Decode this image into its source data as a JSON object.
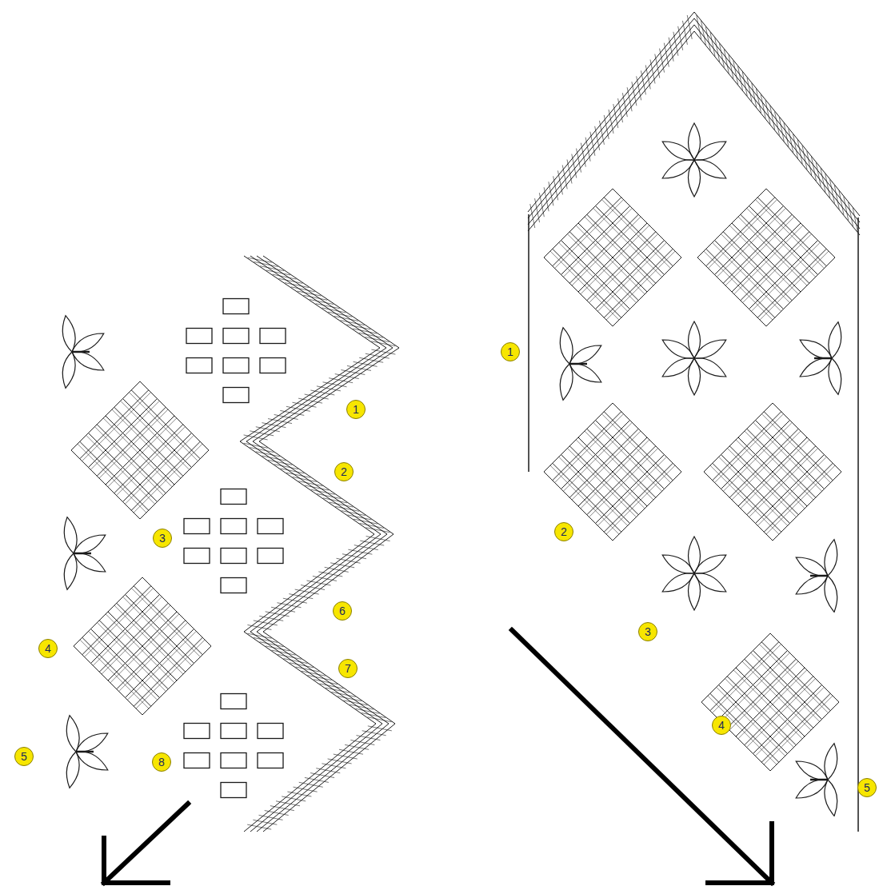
{
  "diagram": {
    "labels": [
      "1",
      "2",
      "3",
      "6",
      "4",
      "7",
      "5",
      "8",
      "1",
      "2",
      "3",
      "4",
      "5"
    ]
  }
}
